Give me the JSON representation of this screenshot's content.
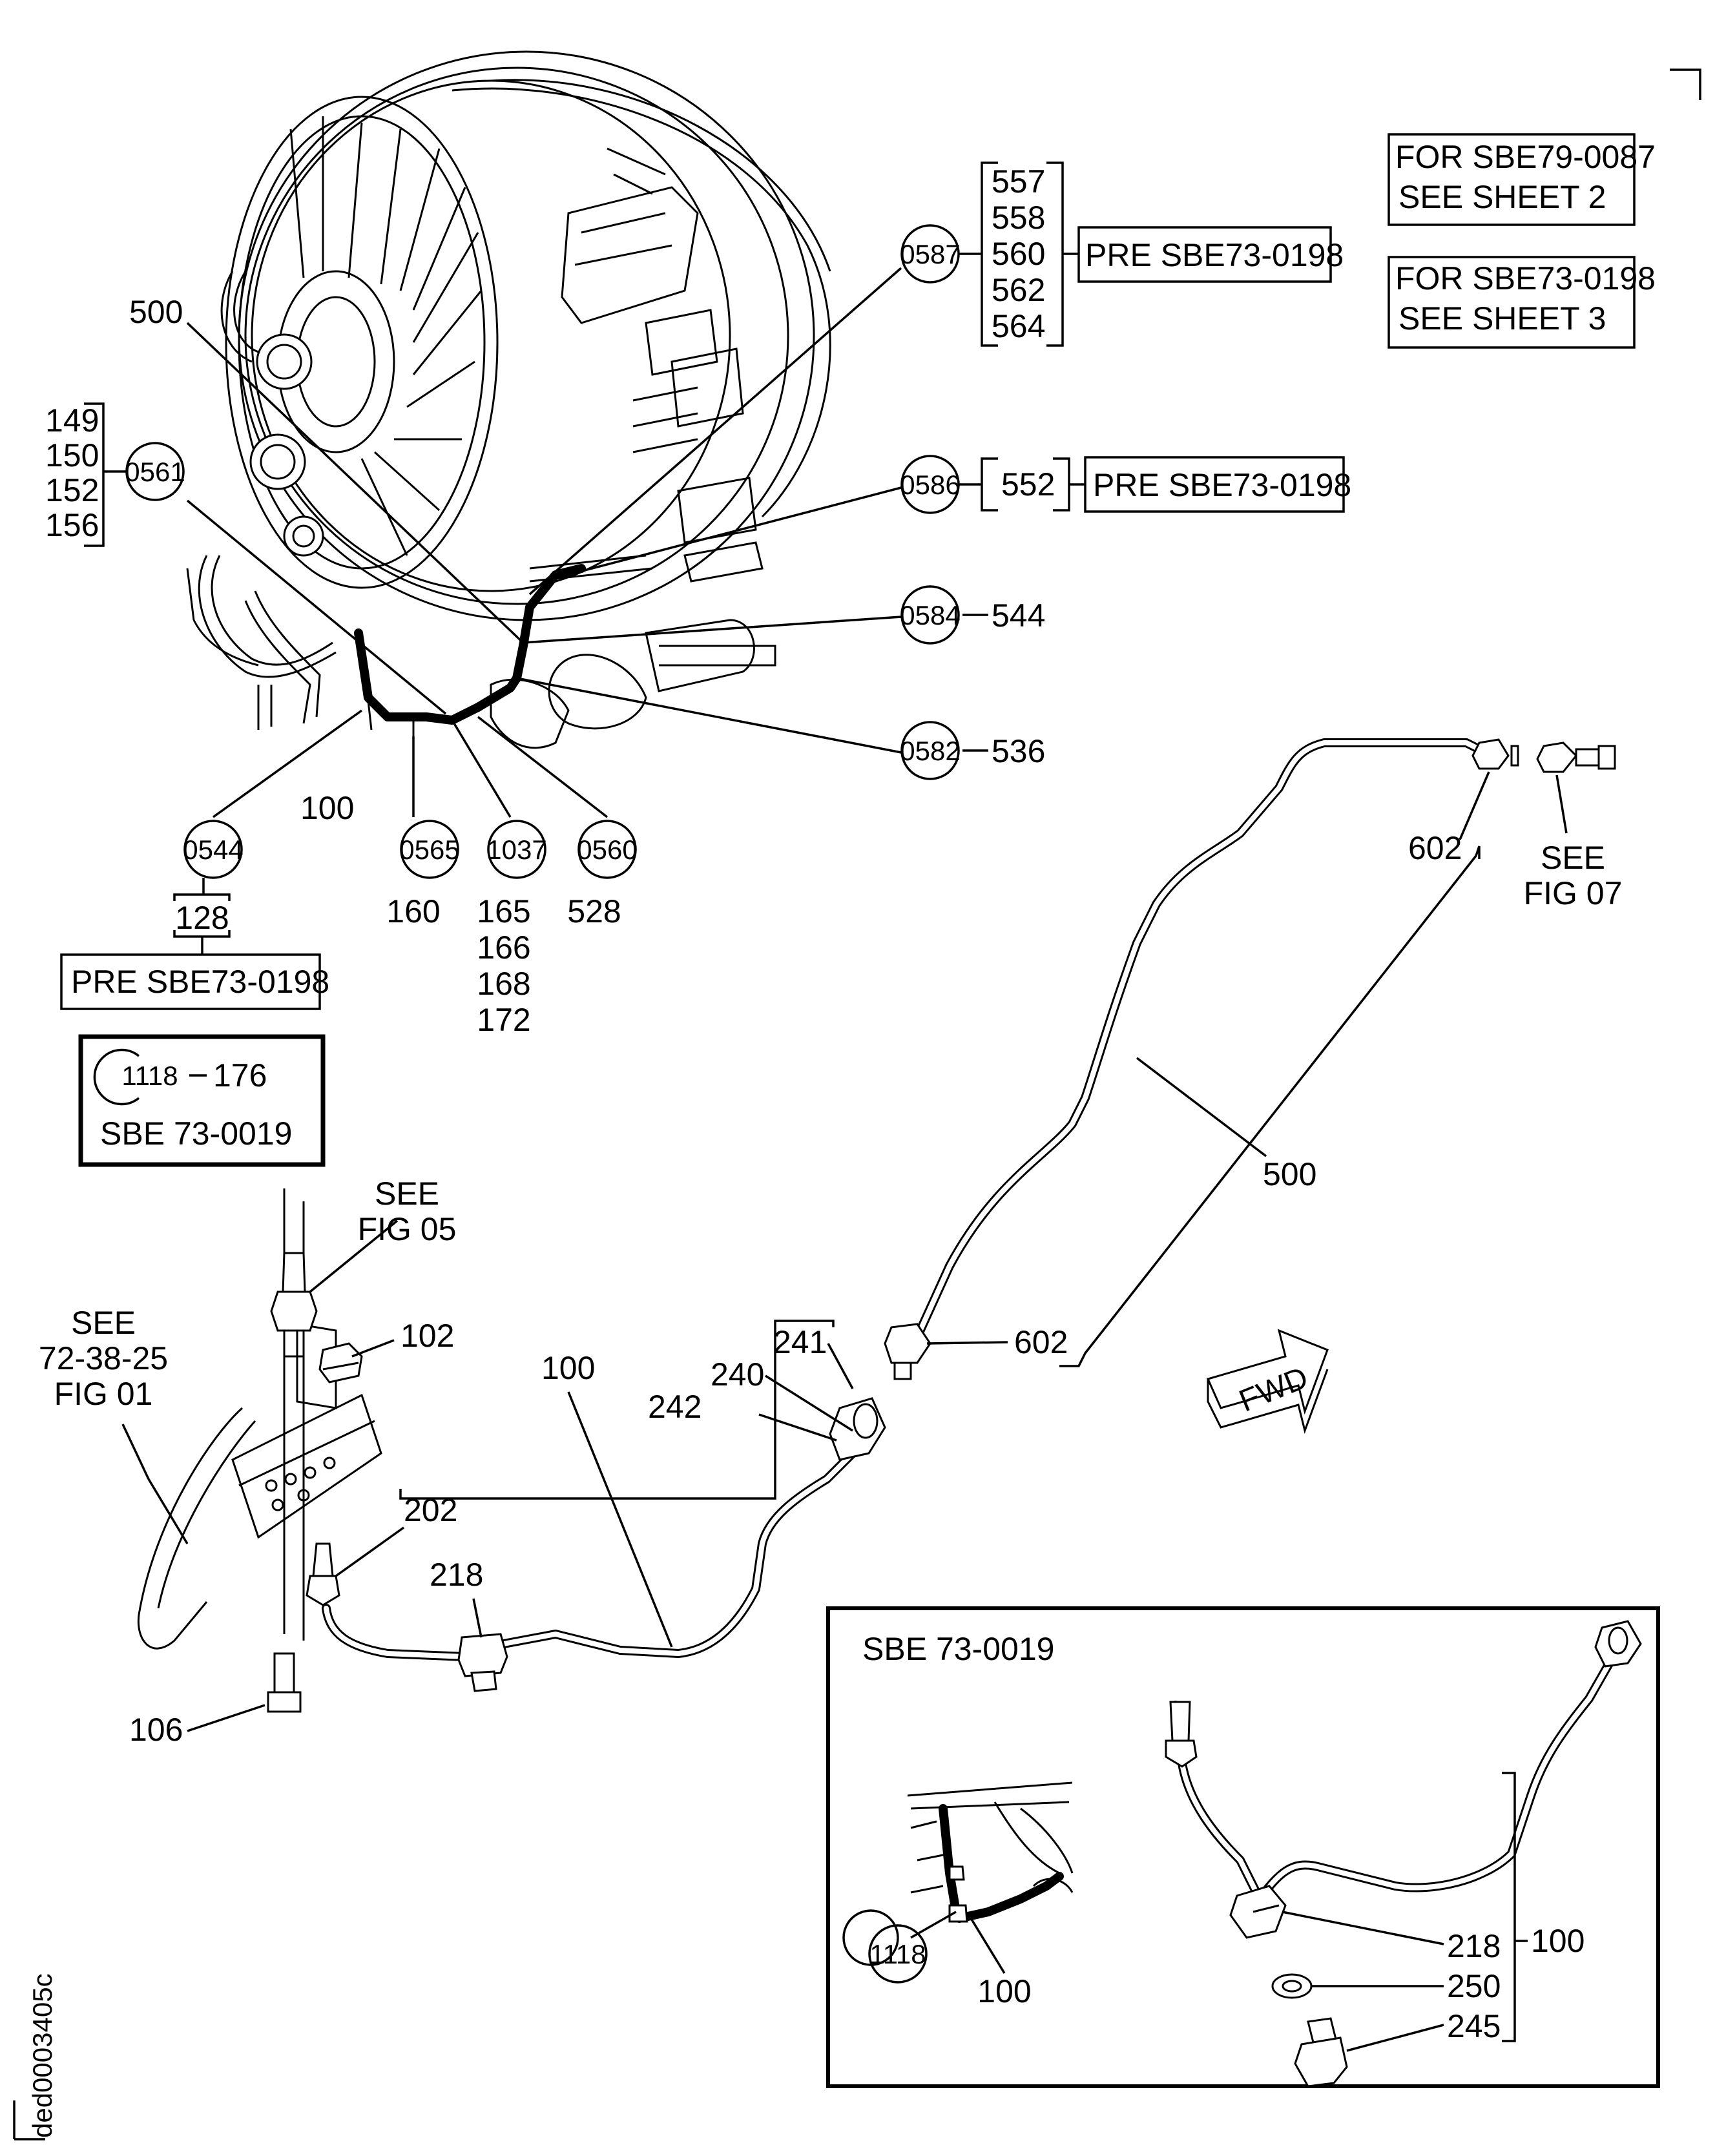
{
  "notes": {
    "sheet2_line1": "FOR SBE79-0087",
    "sheet2_line2": "SEE SHEET 2",
    "sheet3_line1": "FOR SBE73-0198",
    "sheet3_line2": "SEE SHEET 3"
  },
  "callouts": {
    "c0587": "0587",
    "c0587_items": [
      "557",
      "558",
      "560",
      "562",
      "564"
    ],
    "pre_0587": "PRE SBE73-0198",
    "c0586": "0586",
    "c0586_item": "552",
    "pre_0586": "PRE SBE73-0198",
    "c0584": "0584",
    "c0584_item": "544",
    "c0582": "0582",
    "c0582_item": "536",
    "c0561": "0561",
    "c0561_items": [
      "149",
      "150",
      "152",
      "156"
    ],
    "item_500_top": "500",
    "item_100_top": "100",
    "c0544": "0544",
    "c0544_item": "128",
    "pre_0544": "PRE SBE73-0198",
    "c0565": "0565",
    "c0565_item": "160",
    "c1037": "1037",
    "c1037_items": [
      "165",
      "166",
      "168",
      "172"
    ],
    "c0560": "0560",
    "c0560_item": "528",
    "c1118": "1118",
    "c1118_item": "176",
    "sbe_box": "SBE 73-0019"
  },
  "lower": {
    "see_fig05_1": "SEE",
    "see_fig05_2": "FIG 05",
    "see_72_1": "SEE",
    "see_72_2": "72-38-25",
    "see_72_3": "FIG 01",
    "see_fig07_1": "SEE",
    "see_fig07_2": "FIG 07",
    "l102": "102",
    "l100": "100",
    "l241": "241",
    "l240": "240",
    "l242": "242",
    "l202": "202",
    "l218": "218",
    "l106": "106",
    "l602a": "602",
    "l602b": "602",
    "l500": "500",
    "fwd": "FWD"
  },
  "inset": {
    "title": "SBE 73-0019",
    "c1118": "1118",
    "l100a": "100",
    "l218": "218",
    "l250": "250",
    "l245": "245",
    "l100b": "100"
  },
  "figure_id": "ded0003405c"
}
